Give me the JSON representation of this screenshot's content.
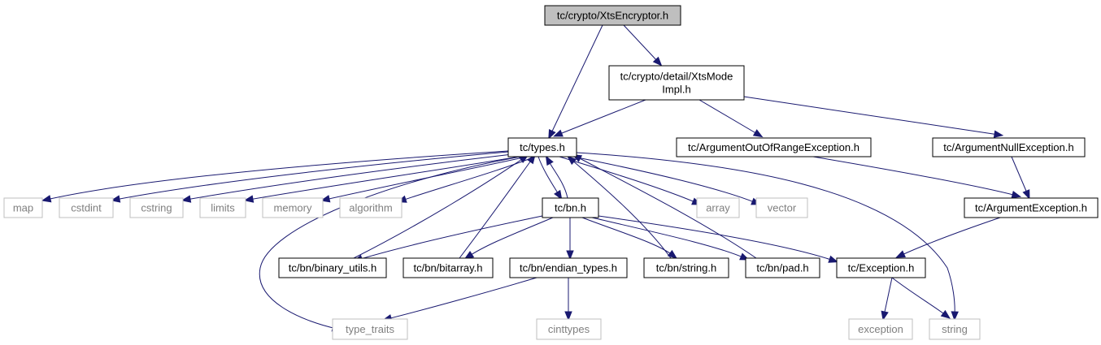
{
  "graph": {
    "nodes": [
      {
        "id": "root",
        "lines": [
          "tc/crypto/XtsEncryptor.h"
        ],
        "kind": "root"
      },
      {
        "id": "xtsmode",
        "lines": [
          "tc/crypto/detail/XtsMode",
          "Impl.h"
        ],
        "kind": "file"
      },
      {
        "id": "types",
        "lines": [
          "tc/types.h"
        ],
        "kind": "file"
      },
      {
        "id": "aoor",
        "lines": [
          "tc/ArgumentOutOfRangeException.h"
        ],
        "kind": "file"
      },
      {
        "id": "anull",
        "lines": [
          "tc/ArgumentNullException.h"
        ],
        "kind": "file"
      },
      {
        "id": "aexc",
        "lines": [
          "tc/ArgumentException.h"
        ],
        "kind": "file"
      },
      {
        "id": "map",
        "lines": [
          "map"
        ],
        "kind": "external"
      },
      {
        "id": "cstdint",
        "lines": [
          "cstdint"
        ],
        "kind": "external"
      },
      {
        "id": "cstring",
        "lines": [
          "cstring"
        ],
        "kind": "external"
      },
      {
        "id": "limits",
        "lines": [
          "limits"
        ],
        "kind": "external"
      },
      {
        "id": "memory",
        "lines": [
          "memory"
        ],
        "kind": "external"
      },
      {
        "id": "algorithm",
        "lines": [
          "algorithm"
        ],
        "kind": "external"
      },
      {
        "id": "bn",
        "lines": [
          "tc/bn.h"
        ],
        "kind": "file"
      },
      {
        "id": "array",
        "lines": [
          "array"
        ],
        "kind": "external"
      },
      {
        "id": "vector",
        "lines": [
          "vector"
        ],
        "kind": "external"
      },
      {
        "id": "binutils",
        "lines": [
          "tc/bn/binary_utils.h"
        ],
        "kind": "file"
      },
      {
        "id": "bitarray",
        "lines": [
          "tc/bn/bitarray.h"
        ],
        "kind": "file"
      },
      {
        "id": "endian",
        "lines": [
          "tc/bn/endian_types.h"
        ],
        "kind": "file"
      },
      {
        "id": "bnstring",
        "lines": [
          "tc/bn/string.h"
        ],
        "kind": "file"
      },
      {
        "id": "pad",
        "lines": [
          "tc/bn/pad.h"
        ],
        "kind": "file"
      },
      {
        "id": "exception",
        "lines": [
          "tc/Exception.h"
        ],
        "kind": "file"
      },
      {
        "id": "typetraits",
        "lines": [
          "type_traits"
        ],
        "kind": "external"
      },
      {
        "id": "cinttypes",
        "lines": [
          "cinttypes"
        ],
        "kind": "external"
      },
      {
        "id": "stdexception",
        "lines": [
          "exception"
        ],
        "kind": "external"
      },
      {
        "id": "string",
        "lines": [
          "string"
        ],
        "kind": "external"
      }
    ],
    "edges": [
      {
        "from": "root",
        "to": "types"
      },
      {
        "from": "root",
        "to": "xtsmode"
      },
      {
        "from": "xtsmode",
        "to": "types"
      },
      {
        "from": "xtsmode",
        "to": "aoor"
      },
      {
        "from": "xtsmode",
        "to": "anull"
      },
      {
        "from": "types",
        "to": "map"
      },
      {
        "from": "types",
        "to": "cstdint"
      },
      {
        "from": "types",
        "to": "cstring"
      },
      {
        "from": "types",
        "to": "limits"
      },
      {
        "from": "types",
        "to": "memory"
      },
      {
        "from": "types",
        "to": "algorithm"
      },
      {
        "from": "types",
        "to": "typetraits"
      },
      {
        "from": "types",
        "to": "bn"
      },
      {
        "from": "types",
        "to": "array"
      },
      {
        "from": "types",
        "to": "vector"
      },
      {
        "from": "types",
        "to": "string"
      },
      {
        "from": "bn",
        "to": "types"
      },
      {
        "from": "bn",
        "to": "binutils"
      },
      {
        "from": "bn",
        "to": "bitarray"
      },
      {
        "from": "bn",
        "to": "endian"
      },
      {
        "from": "bn",
        "to": "bnstring"
      },
      {
        "from": "bn",
        "to": "pad"
      },
      {
        "from": "bn",
        "to": "exception"
      },
      {
        "from": "binutils",
        "to": "types"
      },
      {
        "from": "bitarray",
        "to": "types"
      },
      {
        "from": "bnstring",
        "to": "types"
      },
      {
        "from": "pad",
        "to": "types"
      },
      {
        "from": "endian",
        "to": "typetraits"
      },
      {
        "from": "endian",
        "to": "cinttypes"
      },
      {
        "from": "aoor",
        "to": "aexc"
      },
      {
        "from": "anull",
        "to": "aexc"
      },
      {
        "from": "aexc",
        "to": "exception"
      },
      {
        "from": "exception",
        "to": "stdexception"
      },
      {
        "from": "exception",
        "to": "string"
      }
    ]
  },
  "colors": {
    "edge": "#191970",
    "root_fill": "#bfbfbf",
    "node_border": "#000000",
    "external_border": "#bfbfbf",
    "external_text": "#7f7f7f"
  }
}
